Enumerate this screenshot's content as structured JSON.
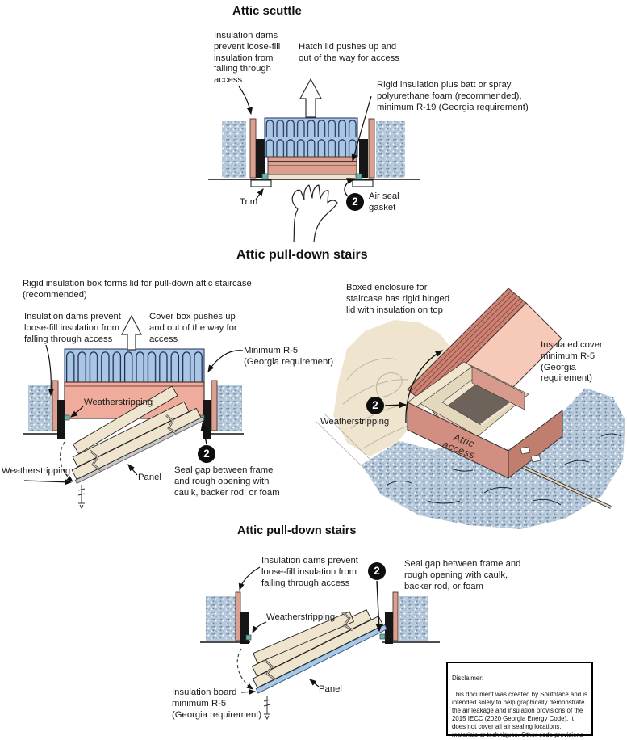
{
  "page": {
    "bg": "#ffffff"
  },
  "scuttle": {
    "title": "Attic scuttle",
    "badge": "2",
    "labels": {
      "dams": "Insulation dams\nprevent loose-fill\ninsulation from\nfalling through\naccess",
      "hatch": "Hatch lid pushes up and\nout of the way for access",
      "rigid": "Rigid insulation plus batt or spray\npolyurethane foam (recommended),\nminimum R-19 (Georgia requirement)",
      "trim": "Trim",
      "gasket": "Air seal\ngasket"
    }
  },
  "pulldown": {
    "title": "Attic pull-down stairs",
    "left": {
      "badge": "2",
      "labels": {
        "box": "Rigid insulation box forms lid for pull-down attic staircase\n(recommended)",
        "dams": "Insulation dams prevent\nloose-fill insulation from\nfalling through access",
        "cover": "Cover box pushes up\nand out of the way for\naccess",
        "r5": "Minimum R-5\n(Georgia requirement)",
        "ws_top": "Weatherstripping",
        "ws_bottom": "Weatherstripping",
        "panel": "Panel",
        "seal": "Seal gap between frame\nand rough opening with\ncaulk, backer rod, or foam"
      }
    },
    "right": {
      "badge": "2",
      "labels": {
        "boxed": "Boxed enclosure for\nstaircase has rigid hinged\nlid with insulation on top",
        "cover": "Insulated cover\nminimum R-5\n(Georgia requirement)",
        "ws": "Weatherstripping",
        "attic_access": "Attic\naccess"
      }
    }
  },
  "pulldown2": {
    "title": "Attic pull-down stairs",
    "badge": "2",
    "labels": {
      "dams": "Insulation dams prevent\nloose-fill insulation from\nfalling through access",
      "seal": "Seal gap between frame and\nrough opening with caulk,\nbacker rod, or foam",
      "ws": "Weatherstripping",
      "panel": "Panel",
      "board": "Insulation board\nminimum R-5\n(Georgia requirement)"
    }
  },
  "disclaimer": {
    "heading": "Disclaimer:",
    "body": "This document was created by Southface and is intended solely to help graphically demonstrate the air leakage and insulation provisions of the 2015 IECC (2020 Georgia Energy Code).  It does not cover all air sealing locations, materials or techniques. Other code provisions may be applicable as well."
  },
  "colors": {
    "loose_fill": "#b7c9da",
    "batt": "#a9c6e4",
    "rigid_pink": "#dca090",
    "box_pink": "#efac9c",
    "lid_pink": "#f6c9b8",
    "stripe_pink": "#cd8374",
    "panel_cream": "#efe4cd",
    "gasket_teal": "#6fb0aa",
    "dam_black": "#161616",
    "board_blue": "#a9c8e6"
  }
}
